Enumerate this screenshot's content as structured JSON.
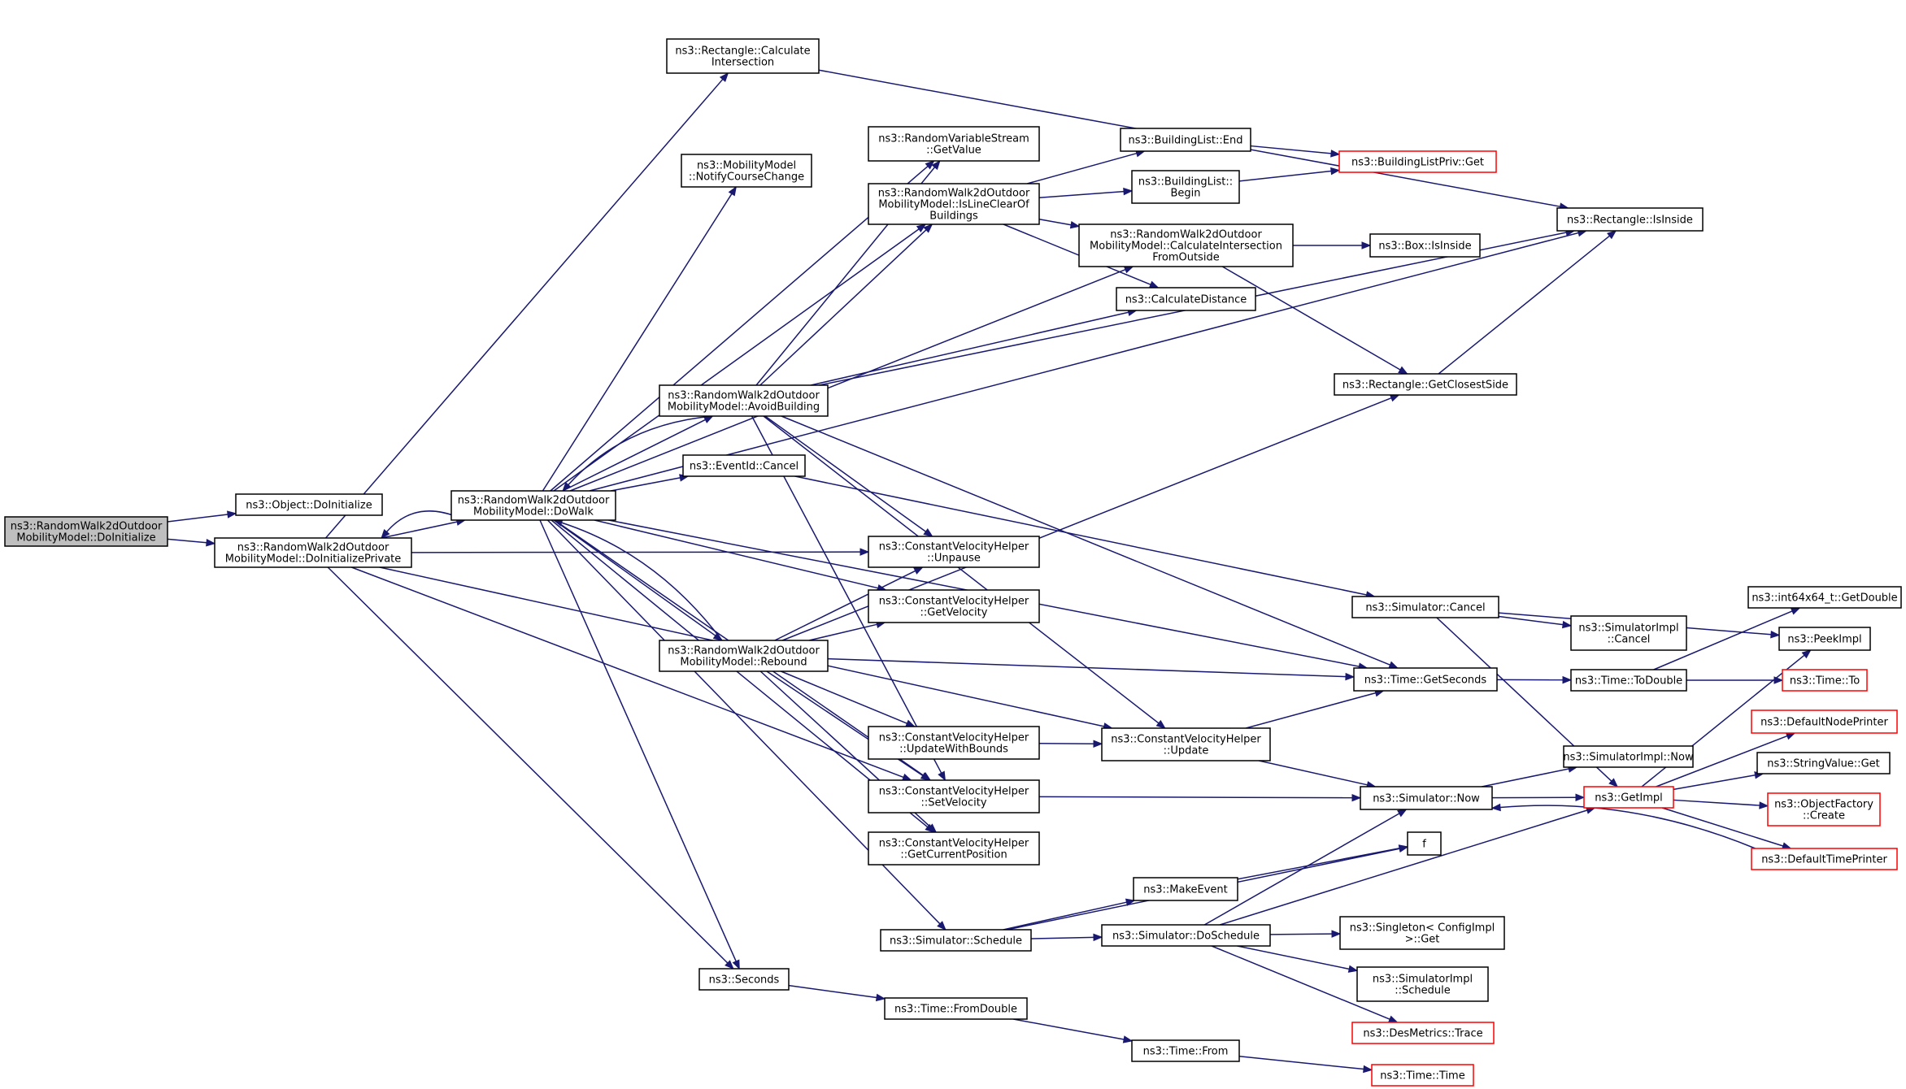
{
  "nodes": [
    {
      "id": "root",
      "lines": [
        "ns3::RandomWalk2dOutdoor",
        "MobilityModel::DoInitialize"
      ],
      "style": "root"
    },
    {
      "id": "obj_doinit",
      "lines": [
        "ns3::Object::DoInitialize"
      ]
    },
    {
      "id": "doinitpriv",
      "lines": [
        "ns3::RandomWalk2dOutdoor",
        "MobilityModel::DoInitializePrivate"
      ]
    },
    {
      "id": "dowalk",
      "lines": [
        "ns3::RandomWalk2dOutdoor",
        "MobilityModel::DoWalk"
      ]
    },
    {
      "id": "rect_calcint",
      "lines": [
        "ns3::Rectangle::Calculate",
        "Intersection"
      ]
    },
    {
      "id": "rvs_getvalue",
      "lines": [
        "ns3::RandomVariableStream",
        "::GetValue"
      ]
    },
    {
      "id": "mm_notify",
      "lines": [
        "ns3::MobilityModel",
        "::NotifyCourseChange"
      ]
    },
    {
      "id": "islineclear",
      "lines": [
        "ns3::RandomWalk2dOutdoor",
        "MobilityModel::IsLineClearOf",
        "Buildings"
      ]
    },
    {
      "id": "avoidbuilding",
      "lines": [
        "ns3::RandomWalk2dOutdoor",
        "MobilityModel::AvoidBuilding"
      ]
    },
    {
      "id": "eventid_cancel",
      "lines": [
        "ns3::EventId::Cancel"
      ]
    },
    {
      "id": "cvh_unpause",
      "lines": [
        "ns3::ConstantVelocityHelper",
        "::Unpause"
      ]
    },
    {
      "id": "cvh_getvel",
      "lines": [
        "ns3::ConstantVelocityHelper",
        "::GetVelocity"
      ]
    },
    {
      "id": "rebound",
      "lines": [
        "ns3::RandomWalk2dOutdoor",
        "MobilityModel::Rebound"
      ]
    },
    {
      "id": "cvh_updbounds",
      "lines": [
        "ns3::ConstantVelocityHelper",
        "::UpdateWithBounds"
      ]
    },
    {
      "id": "cvh_setvel",
      "lines": [
        "ns3::ConstantVelocityHelper",
        "::SetVelocity"
      ]
    },
    {
      "id": "cvh_getpos",
      "lines": [
        "ns3::ConstantVelocityHelper",
        "::GetCurrentPosition"
      ]
    },
    {
      "id": "sim_schedule",
      "lines": [
        "ns3::Simulator::Schedule"
      ]
    },
    {
      "id": "seconds",
      "lines": [
        "ns3::Seconds"
      ]
    },
    {
      "id": "bl_end",
      "lines": [
        "ns3::BuildingList::End"
      ]
    },
    {
      "id": "bl_begin",
      "lines": [
        "ns3::BuildingList::",
        "Begin"
      ]
    },
    {
      "id": "calcintfrom",
      "lines": [
        "ns3::RandomWalk2dOutdoor",
        "MobilityModel::CalculateIntersection",
        "FromOutside"
      ]
    },
    {
      "id": "calcdist",
      "lines": [
        "ns3::CalculateDistance"
      ]
    },
    {
      "id": "cvh_update",
      "lines": [
        "ns3::ConstantVelocityHelper",
        "::Update"
      ]
    },
    {
      "id": "makeevent",
      "lines": [
        "ns3::MakeEvent"
      ]
    },
    {
      "id": "sim_doschedule",
      "lines": [
        "ns3::Simulator::DoSchedule"
      ]
    },
    {
      "id": "time_fromdouble",
      "lines": [
        "ns3::Time::FromDouble"
      ]
    },
    {
      "id": "time_from",
      "lines": [
        "ns3::Time::From"
      ]
    },
    {
      "id": "blpriv_get",
      "lines": [
        "ns3::BuildingListPriv::Get"
      ],
      "style": "trunc"
    },
    {
      "id": "box_isinside",
      "lines": [
        "ns3::Box::IsInside"
      ]
    },
    {
      "id": "rect_closest",
      "lines": [
        "ns3::Rectangle::GetClosestSide"
      ]
    },
    {
      "id": "sim_cancel",
      "lines": [
        "ns3::Simulator::Cancel"
      ]
    },
    {
      "id": "time_getsec",
      "lines": [
        "ns3::Time::GetSeconds"
      ]
    },
    {
      "id": "sim_now",
      "lines": [
        "ns3::Simulator::Now"
      ]
    },
    {
      "id": "f",
      "lines": [
        "f"
      ]
    },
    {
      "id": "singleton_get",
      "lines": [
        "ns3::Singleton< ConfigImpl",
        " >::Get"
      ]
    },
    {
      "id": "simimpl_sched",
      "lines": [
        "ns3::SimulatorImpl",
        "::Schedule"
      ]
    },
    {
      "id": "desmetrics",
      "lines": [
        "ns3::DesMetrics::Trace"
      ],
      "style": "trunc"
    },
    {
      "id": "time_time",
      "lines": [
        "ns3::Time::Time"
      ],
      "style": "trunc"
    },
    {
      "id": "rect_isinside",
      "lines": [
        "ns3::Rectangle::IsInside"
      ]
    },
    {
      "id": "simimpl_cancel",
      "lines": [
        "ns3::SimulatorImpl",
        "::Cancel"
      ]
    },
    {
      "id": "time_todouble",
      "lines": [
        "ns3::Time::ToDouble"
      ]
    },
    {
      "id": "simimpl_now",
      "lines": [
        "ns3::SimulatorImpl::Now"
      ]
    },
    {
      "id": "getimpl",
      "lines": [
        "ns3::GetImpl"
      ],
      "style": "trunc"
    },
    {
      "id": "int64_getdouble",
      "lines": [
        "ns3::int64x64_t::GetDouble"
      ]
    },
    {
      "id": "peekimpl",
      "lines": [
        "ns3::PeekImpl"
      ]
    },
    {
      "id": "time_to",
      "lines": [
        "ns3::Time::To"
      ],
      "style": "trunc"
    },
    {
      "id": "defnodeprinter",
      "lines": [
        "ns3::DefaultNodePrinter"
      ],
      "style": "trunc"
    },
    {
      "id": "stringvalue_get",
      "lines": [
        "ns3::StringValue::Get"
      ]
    },
    {
      "id": "objfactory_create",
      "lines": [
        "ns3::ObjectFactory",
        "::Create"
      ],
      "style": "trunc"
    },
    {
      "id": "deftimeprinter",
      "lines": [
        "ns3::DefaultTimePrinter"
      ],
      "style": "trunc"
    }
  ],
  "edges": [
    [
      "root",
      "obj_doinit"
    ],
    [
      "root",
      "doinitpriv"
    ],
    [
      "doinitpriv",
      "dowalk"
    ],
    [
      "doinitpriv",
      "rect_calcint"
    ],
    [
      "doinitpriv",
      "cvh_unpause"
    ],
    [
      "doinitpriv",
      "cvh_setvel"
    ],
    [
      "doinitpriv",
      "cvh_update"
    ],
    [
      "doinitpriv",
      "seconds"
    ],
    [
      "dowalk",
      "doinitpriv"
    ],
    [
      "dowalk",
      "rvs_getvalue"
    ],
    [
      "dowalk",
      "rect_isinside"
    ],
    [
      "dowalk",
      "mm_notify"
    ],
    [
      "dowalk",
      "islineclear"
    ],
    [
      "dowalk",
      "calcintfrom"
    ],
    [
      "dowalk",
      "avoidbuilding"
    ],
    [
      "dowalk",
      "eventid_cancel"
    ],
    [
      "dowalk",
      "time_getsec"
    ],
    [
      "dowalk",
      "cvh_getvel"
    ],
    [
      "dowalk",
      "rebound"
    ],
    [
      "dowalk",
      "cvh_setvel"
    ],
    [
      "dowalk",
      "cvh_getpos"
    ],
    [
      "dowalk",
      "sim_schedule"
    ],
    [
      "dowalk",
      "seconds"
    ],
    [
      "avoidbuilding",
      "dowalk"
    ],
    [
      "avoidbuilding",
      "rvs_getvalue"
    ],
    [
      "avoidbuilding",
      "islineclear"
    ],
    [
      "avoidbuilding",
      "calcdist"
    ],
    [
      "avoidbuilding",
      "rect_isinside"
    ],
    [
      "avoidbuilding",
      "cvh_unpause"
    ],
    [
      "avoidbuilding",
      "cvh_update"
    ],
    [
      "avoidbuilding",
      "time_getsec"
    ],
    [
      "avoidbuilding",
      "cvh_setvel"
    ],
    [
      "rebound",
      "dowalk"
    ],
    [
      "rebound",
      "cvh_unpause"
    ],
    [
      "rebound",
      "cvh_getvel"
    ],
    [
      "rebound",
      "rect_closest"
    ],
    [
      "rebound",
      "time_getsec"
    ],
    [
      "rebound",
      "cvh_updbounds"
    ],
    [
      "rebound",
      "cvh_setvel"
    ],
    [
      "rebound",
      "cvh_getpos"
    ],
    [
      "islineclear",
      "bl_end"
    ],
    [
      "islineclear",
      "bl_begin"
    ],
    [
      "islineclear",
      "calcintfrom"
    ],
    [
      "islineclear",
      "calcdist"
    ],
    [
      "bl_end",
      "blpriv_get"
    ],
    [
      "bl_begin",
      "blpriv_get"
    ],
    [
      "calcintfrom",
      "box_isinside"
    ],
    [
      "calcintfrom",
      "rect_closest"
    ],
    [
      "rect_calcint",
      "rect_isinside"
    ],
    [
      "rect_closest",
      "rect_isinside"
    ],
    [
      "eventid_cancel",
      "sim_cancel"
    ],
    [
      "sim_cancel",
      "simimpl_cancel"
    ],
    [
      "sim_cancel",
      "peekimpl"
    ],
    [
      "sim_cancel",
      "getimpl"
    ],
    [
      "time_getsec",
      "time_todouble"
    ],
    [
      "time_todouble",
      "int64_getdouble"
    ],
    [
      "time_todouble",
      "time_to"
    ],
    [
      "cvh_updbounds",
      "cvh_update"
    ],
    [
      "cvh_update",
      "time_getsec"
    ],
    [
      "cvh_update",
      "sim_now"
    ],
    [
      "cvh_setvel",
      "sim_now"
    ],
    [
      "sim_now",
      "simimpl_now"
    ],
    [
      "sim_now",
      "getimpl"
    ],
    [
      "getimpl",
      "peekimpl"
    ],
    [
      "getimpl",
      "defnodeprinter"
    ],
    [
      "getimpl",
      "stringvalue_get"
    ],
    [
      "getimpl",
      "objfactory_create"
    ],
    [
      "getimpl",
      "deftimeprinter"
    ],
    [
      "deftimeprinter",
      "sim_now"
    ],
    [
      "sim_schedule",
      "f"
    ],
    [
      "sim_schedule",
      "makeevent"
    ],
    [
      "sim_schedule",
      "sim_doschedule"
    ],
    [
      "makeevent",
      "f"
    ],
    [
      "sim_doschedule",
      "sim_now"
    ],
    [
      "sim_doschedule",
      "getimpl"
    ],
    [
      "sim_doschedule",
      "singleton_get"
    ],
    [
      "sim_doschedule",
      "simimpl_sched"
    ],
    [
      "sim_doschedule",
      "desmetrics"
    ],
    [
      "seconds",
      "time_fromdouble"
    ],
    [
      "time_fromdouble",
      "time_from"
    ],
    [
      "time_from",
      "time_time"
    ]
  ]
}
